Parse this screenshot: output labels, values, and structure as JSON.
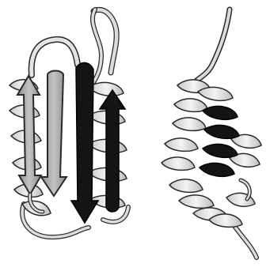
{
  "figure": {
    "panels": [
      {
        "id": "left",
        "depiction": "beta-sheet-and-helices-ribbon"
      },
      {
        "id": "right",
        "depiction": "helical-bundle-ribbon"
      }
    ],
    "colors": {
      "background": "#ffffff",
      "outline": "#2a2a2a",
      "helix_light": "#f2f2f2",
      "helix_mid": "#d9d9d9",
      "helix_shade": "#bdbdbd",
      "strand_gray": "#a9a9a9",
      "strand_black": "#141414",
      "coil": "#d6d6d6"
    }
  }
}
